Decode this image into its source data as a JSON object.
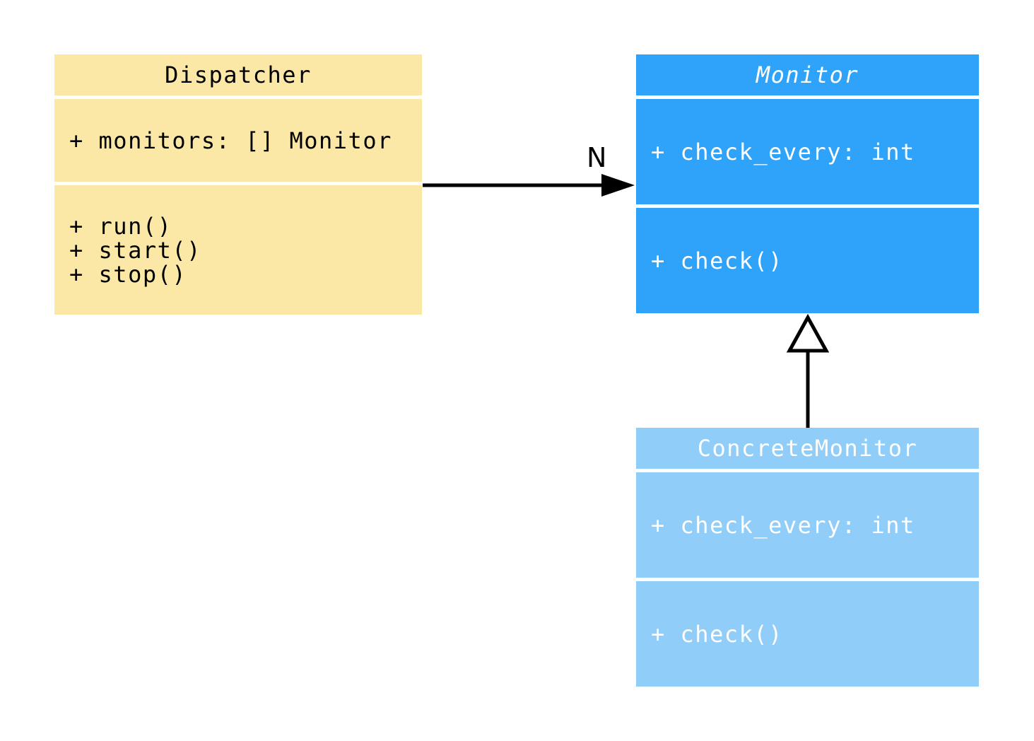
{
  "diagram": {
    "type": "uml-class-diagram",
    "background_color": "#FFFFFF",
    "classes": {
      "dispatcher": {
        "title": "Dispatcher",
        "attributes": [
          "+ monitors: [] Monitor"
        ],
        "methods": [
          "+ run()",
          "+ start()",
          "+ stop()"
        ],
        "fill_color": "#FBE8A6",
        "text_color": "#000000",
        "abstract": false
      },
      "monitor": {
        "title": "Monitor",
        "attributes": [
          "+ check_every: int"
        ],
        "methods": [
          "+ check()"
        ],
        "fill_color": "#2EA3F9",
        "text_color": "#FFFFFF",
        "abstract": true
      },
      "concrete_monitor": {
        "title": "ConcreteMonitor",
        "attributes": [
          "+ check_every: int"
        ],
        "methods": [
          "+ check()"
        ],
        "fill_color": "#90CDF9",
        "text_color": "#FFFFFF",
        "abstract": false
      }
    },
    "relationships": {
      "association": {
        "from": "Dispatcher",
        "to": "Monitor",
        "label": "N",
        "style": "solid-filled-arrow"
      },
      "inheritance": {
        "from": "ConcreteMonitor",
        "to": "Monitor",
        "style": "solid-hollow-triangle"
      }
    }
  }
}
